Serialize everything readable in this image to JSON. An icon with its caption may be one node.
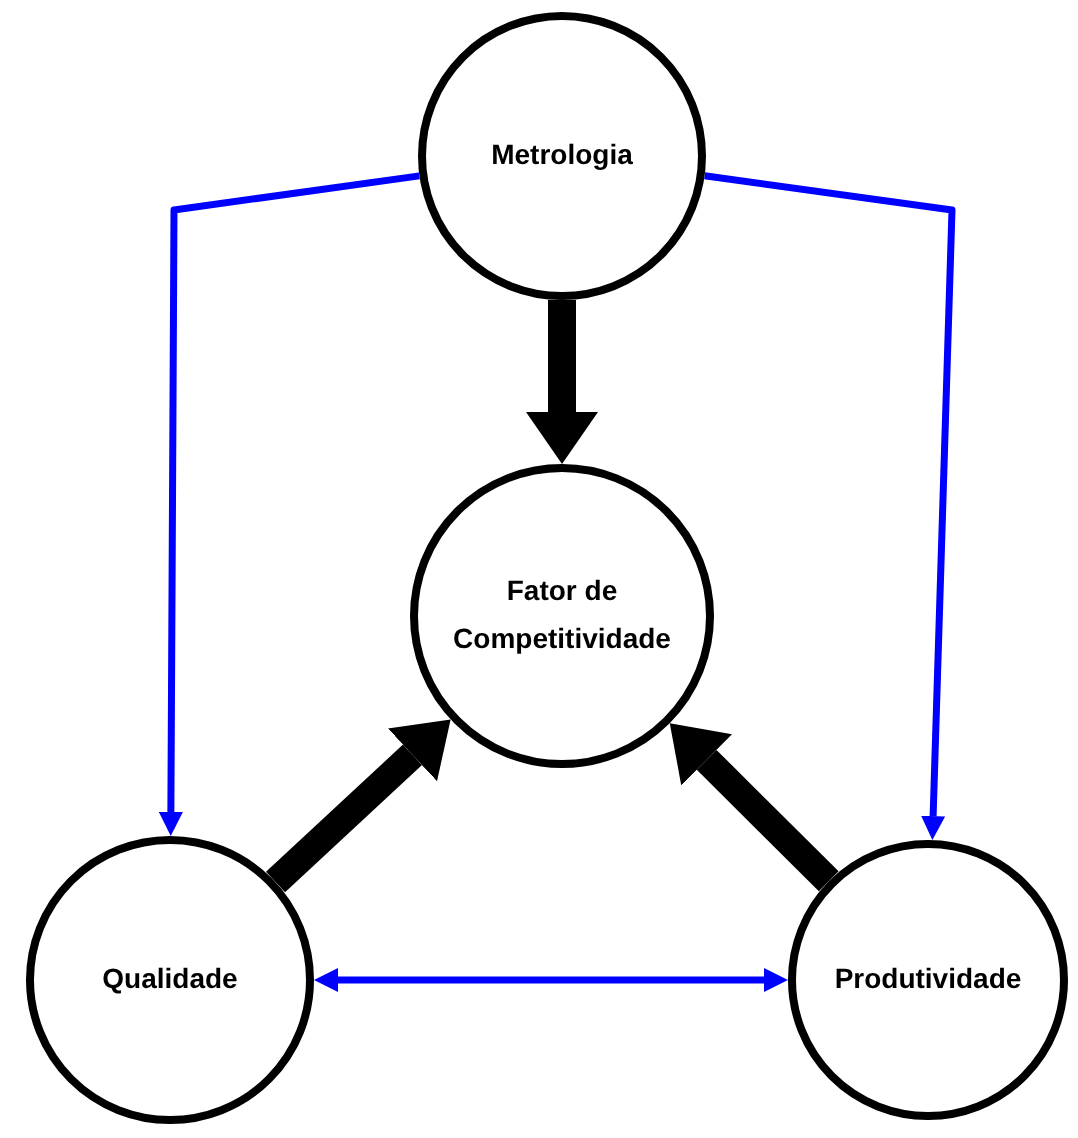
{
  "diagram": {
    "nodes": [
      {
        "text": [
          "Metrologia"
        ]
      },
      {
        "text": [
          "Fator de Competitividade"
        ]
      },
      {
        "text": [
          "Qualidade"
        ]
      },
      {
        "text": [
          "Produtividade"
        ]
      }
    ],
    "edges": [
      {
        "from": 0,
        "to": 1,
        "arrow": "to",
        "style": "thick"
      },
      {
        "from": 0,
        "to": 2,
        "arrow": "to",
        "color": "#0000ff"
      },
      {
        "from": 0,
        "to": 3,
        "arrow": "to",
        "color": "#0000ff"
      },
      {
        "from": 2,
        "to": 1,
        "arrow": "to",
        "style": "thick"
      },
      {
        "from": 3,
        "to": 1,
        "arrow": "to",
        "style": "thick"
      },
      {
        "from": 2,
        "to": 3,
        "arrow": "both",
        "color": "#0000ff"
      }
    ]
  }
}
